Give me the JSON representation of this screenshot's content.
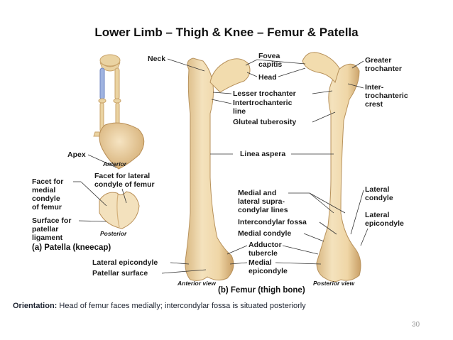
{
  "slide": {
    "title": "Lower Limb – Thigh & Knee – Femur & Patella",
    "orientation_label": "Orientation:",
    "orientation_text": "Head of femur faces medially; intercondylar fossa is situated posteriorly",
    "page_number": "30"
  },
  "patella": {
    "caption": "(a) Patella (kneecap)",
    "anterior": "Anterior",
    "posterior": "Posterior",
    "labels": {
      "apex": "Apex",
      "facet_lateral_1": "Facet for lateral",
      "facet_lateral_2": "condyle of femur",
      "facet_medial_1": "Facet for",
      "facet_medial_2": "medial",
      "facet_medial_3": "condyle",
      "facet_medial_4": "of femur",
      "surface_1": "Surface for",
      "surface_2": "patellar",
      "surface_3": "ligament"
    }
  },
  "femur": {
    "caption": "(b) Femur (thigh bone)",
    "anterior_view": "Anterior view",
    "posterior_view": "Posterior view",
    "labels": {
      "neck": "Neck",
      "fovea_1": "Fovea",
      "fovea_2": "capitis",
      "head": "Head",
      "greater_1": "Greater",
      "greater_2": "trochanter",
      "inter_crest_1": "Inter-",
      "inter_crest_2": "trochanteric",
      "inter_crest_3": "crest",
      "lesser": "Lesser trochanter",
      "inter_line_1": "Intertrochanteric",
      "inter_line_2": "line",
      "gluteal": "Gluteal tuberosity",
      "linea": "Linea aspera",
      "supra_1": "Medial and",
      "supra_2": "lateral supra-",
      "supra_3": "condylar lines",
      "intercondylar_fossa": "Intercondylar fossa",
      "medial_condyle": "Medial condyle",
      "adductor_1": "Adductor",
      "adductor_2": "tubercle",
      "medial_epi_1": "Medial",
      "medial_epi_2": "epicondyle",
      "lateral_condyle_1": "Lateral",
      "lateral_condyle_2": "condyle",
      "lateral_epi_1": "Lateral",
      "lateral_epi_2": "epicondyle",
      "lateral_epicondyle_left": "Lateral epicondyle",
      "patellar_surface": "Patellar surface"
    }
  },
  "colors": {
    "bone": "#efd7a8",
    "bone_shade": "#d4b07a",
    "bone_edge": "#b8925c",
    "line": "#333333"
  }
}
